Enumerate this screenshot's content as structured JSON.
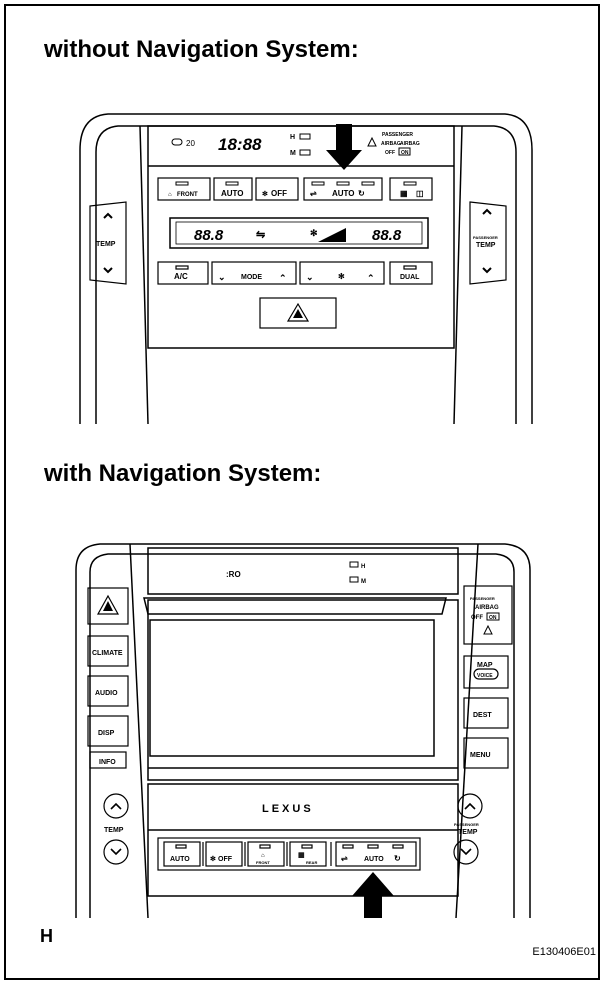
{
  "headings": {
    "without_nav": "without Navigation System:",
    "with_nav": "with Navigation System:"
  },
  "corner_letter": "H",
  "figure_code": "E130406E01",
  "top_panel": {
    "clock": "18:88",
    "left_indicator_value": "20",
    "hm_labels": [
      "H",
      "M"
    ],
    "airbag_label_1": "PASSENGER",
    "airbag_label_2a": "AIRBAG",
    "airbag_label_2b": "AIRBAG",
    "airbag_label_3a": "OFF",
    "airbag_label_3b": "ON",
    "row1_buttons": [
      "FRONT",
      "AUTO",
      "OFF",
      "AUTO"
    ],
    "display_left": "88.8",
    "display_right": "88.8",
    "row2_buttons": [
      "A/C",
      "MODE",
      "DUAL"
    ],
    "temp_left": "TEMP",
    "temp_right_top": "PASSENGER",
    "temp_right": "TEMP"
  },
  "bottom_panel": {
    "indicator": ":RO",
    "hm_labels": [
      "H",
      "M"
    ],
    "left_buttons": [
      "CLIMATE",
      "AUDIO",
      "DISP",
      "INFO"
    ],
    "right_airbag_1": "PASSENGER",
    "right_airbag_2": "AIRBAG",
    "right_airbag_3a": "OFF",
    "right_airbag_3b": "ON",
    "right_buttons": [
      "MAP",
      "VOICE",
      "DEST",
      "MENU"
    ],
    "logo": "LEXUS",
    "temp_left": "TEMP",
    "temp_right_top": "PASSENGER",
    "temp_right": "TEMP",
    "climate_row": [
      "AUTO",
      "OFF",
      "FRONT",
      "REAR",
      "AUTO"
    ]
  }
}
